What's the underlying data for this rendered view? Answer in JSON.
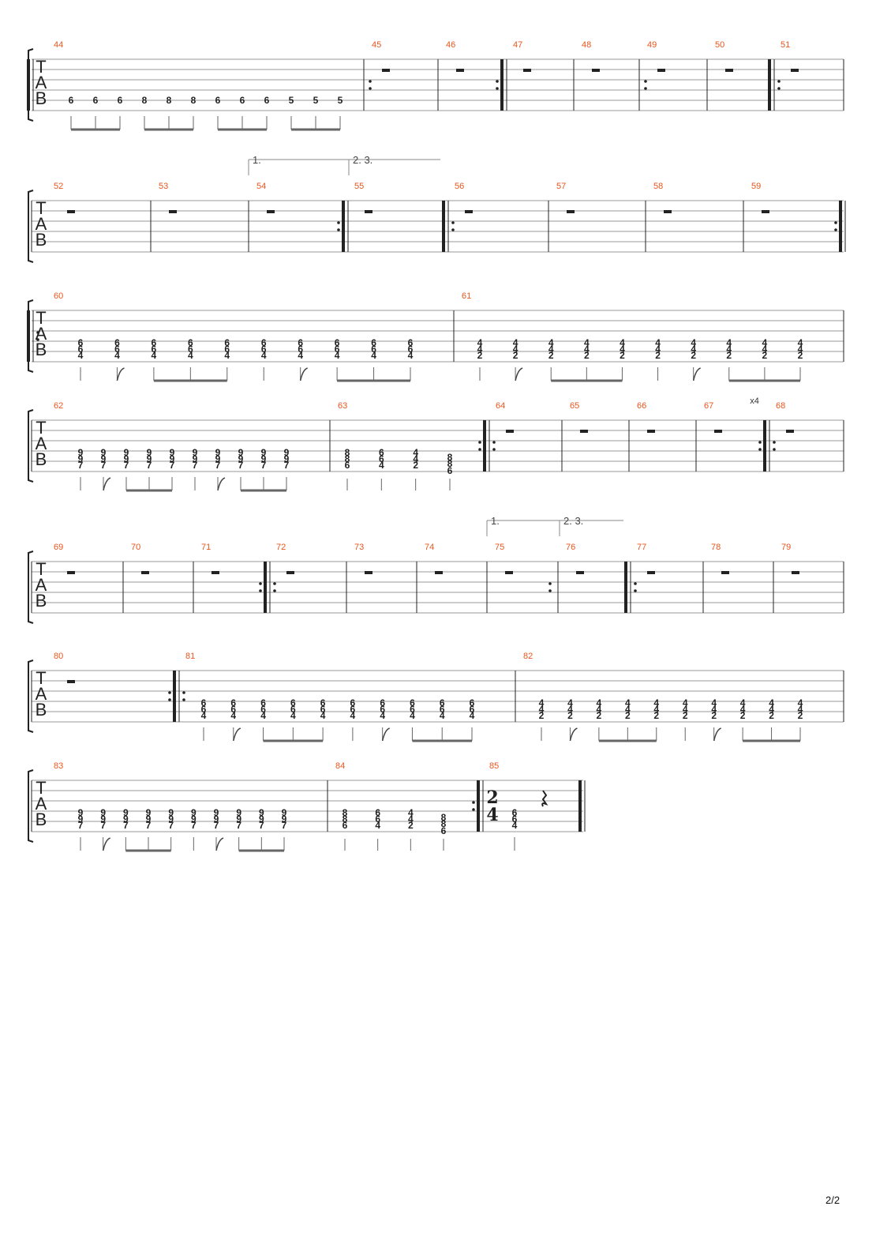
{
  "page": {
    "number": "2/2"
  },
  "colors": {
    "measure_number": "#e8561e",
    "staff_line": "#9a9a9a",
    "ink": "#222222"
  },
  "tab_clef": [
    "T",
    "A",
    "B"
  ],
  "time_signature": {
    "top": "2",
    "bottom": "4"
  },
  "repeat_count": "x4",
  "systems": [
    {
      "measures": [
        {
          "number": "44",
          "notes": [
            [
              "6"
            ],
            [
              "6"
            ],
            [
              "6"
            ],
            [
              "8"
            ],
            [
              "8"
            ],
            [
              "8"
            ],
            [
              "6"
            ],
            [
              "6"
            ],
            [
              "6"
            ],
            [
              "5"
            ],
            [
              "5"
            ],
            [
              "5"
            ]
          ]
        },
        {
          "number": "45",
          "rest": true
        },
        {
          "number": "46",
          "rest": true
        },
        {
          "number": "47",
          "rest": true
        },
        {
          "number": "48",
          "rest": true
        },
        {
          "number": "49",
          "rest": true
        },
        {
          "number": "50",
          "rest": true
        },
        {
          "number": "51",
          "rest": true
        }
      ]
    },
    {
      "endings": [
        "1.",
        "2. 3."
      ],
      "measures": [
        {
          "number": "52",
          "rest": true
        },
        {
          "number": "53",
          "rest": true
        },
        {
          "number": "54",
          "rest": true
        },
        {
          "number": "55",
          "rest": true
        },
        {
          "number": "56",
          "rest": true
        },
        {
          "number": "57",
          "rest": true
        },
        {
          "number": "58",
          "rest": true
        },
        {
          "number": "59",
          "rest": true
        }
      ]
    },
    {
      "measures": [
        {
          "number": "60",
          "chord": [
            "6",
            "6",
            "4"
          ]
        },
        {
          "number": "61",
          "chord": [
            "4",
            "4",
            "2"
          ]
        }
      ]
    },
    {
      "measures": [
        {
          "number": "62",
          "chord": [
            "9",
            "9",
            "7"
          ]
        },
        {
          "number": "63",
          "chords": [
            [
              "8",
              "8",
              "6"
            ],
            [
              "6",
              "6",
              "4"
            ],
            [
              "4",
              "4",
              "2"
            ],
            [
              "8",
              "8",
              "6"
            ]
          ]
        },
        {
          "number": "64",
          "rest": true
        },
        {
          "number": "65",
          "rest": true
        },
        {
          "number": "66",
          "rest": true
        },
        {
          "number": "67",
          "rest": true
        },
        {
          "number": "68",
          "rest": true
        }
      ]
    },
    {
      "endings": [
        "1.",
        "2. 3."
      ],
      "measures": [
        {
          "number": "69",
          "rest": true
        },
        {
          "number": "70",
          "rest": true
        },
        {
          "number": "71",
          "rest": true
        },
        {
          "number": "72",
          "rest": true
        },
        {
          "number": "73",
          "rest": true
        },
        {
          "number": "74",
          "rest": true
        },
        {
          "number": "75",
          "rest": true
        },
        {
          "number": "76",
          "rest": true
        },
        {
          "number": "77",
          "rest": true
        },
        {
          "number": "78",
          "rest": true
        },
        {
          "number": "79",
          "rest": true
        }
      ]
    },
    {
      "measures": [
        {
          "number": "80",
          "rest": true
        },
        {
          "number": "81",
          "chord": [
            "6",
            "6",
            "4"
          ]
        },
        {
          "number": "82",
          "chord": [
            "4",
            "4",
            "2"
          ]
        }
      ]
    },
    {
      "measures": [
        {
          "number": "83",
          "chord": [
            "9",
            "9",
            "7"
          ]
        },
        {
          "number": "84",
          "chords": [
            [
              "8",
              "8",
              "6"
            ],
            [
              "6",
              "6",
              "4"
            ],
            [
              "4",
              "4",
              "2"
            ],
            [
              "8",
              "8",
              "6"
            ]
          ]
        },
        {
          "number": "85",
          "chord": [
            "6",
            "6",
            "4"
          ]
        }
      ]
    }
  ]
}
